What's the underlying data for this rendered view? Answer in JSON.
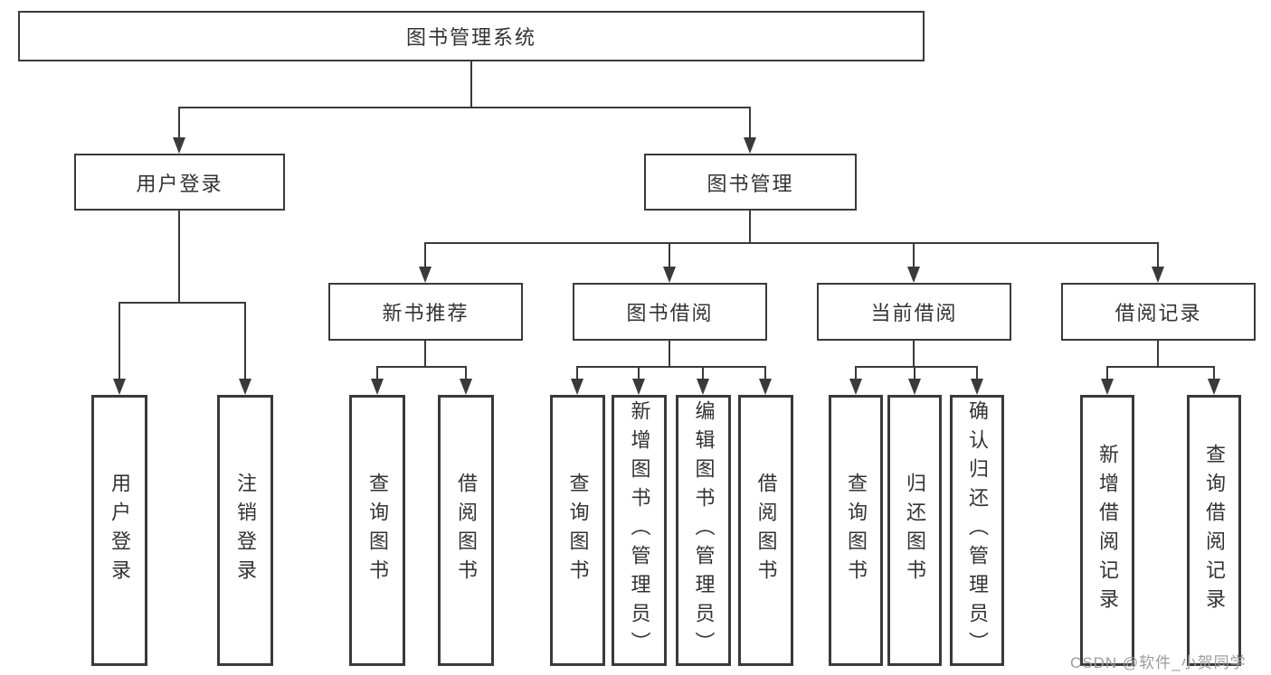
{
  "nodes": {
    "root": "图书管理系统",
    "branches": [
      {
        "id": "user-login",
        "label": "用户登录"
      },
      {
        "id": "book-management",
        "label": "图书管理"
      }
    ],
    "modules": [
      {
        "id": "new-book-recommendation",
        "label": "新书推荐"
      },
      {
        "id": "book-borrowing",
        "label": "图书借阅"
      },
      {
        "id": "current-borrowing",
        "label": "当前借阅"
      },
      {
        "id": "borrowing-records",
        "label": "借阅记录"
      }
    ],
    "leaves": {
      "user_login": [
        "用户登录",
        "注销登录"
      ],
      "new_book_recommendation": [
        "查询图书",
        "借阅图书"
      ],
      "book_borrowing": [
        "查询图书",
        "新增图书（管理员）",
        "编辑图书（管理员）",
        "借阅图书"
      ],
      "current_borrowing": [
        "查询图书",
        "归还图书",
        "确认归还（管理员）"
      ],
      "borrowing_records": [
        "新增借阅记录",
        "查询借阅记录"
      ]
    }
  },
  "watermark": "CSDN @软件_小贺同学",
  "colors": {
    "line": "#3a3a3a",
    "text": "#333333",
    "watermark": "#9c9c9c",
    "background": "#ffffff"
  }
}
